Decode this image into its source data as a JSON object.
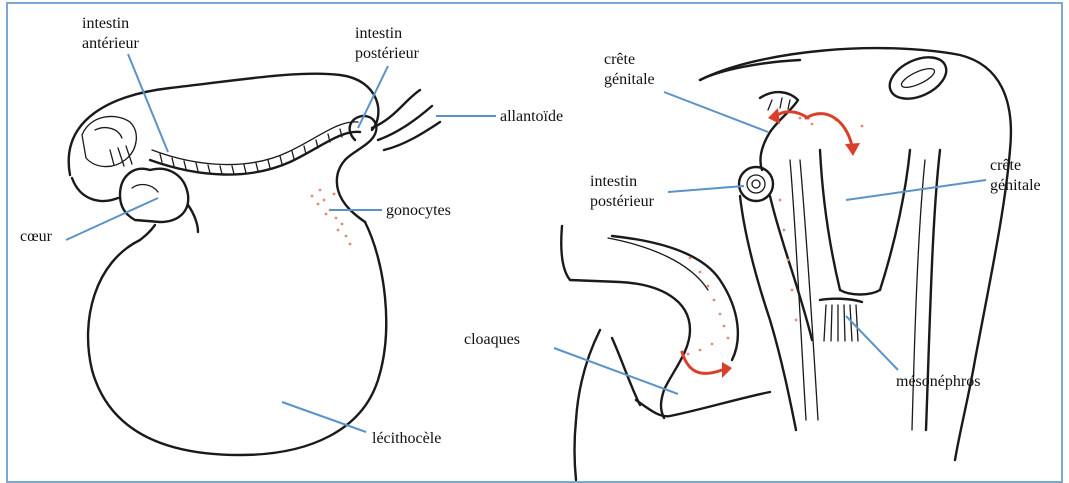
{
  "labels": {
    "intestin_anterieur": [
      "intestin",
      "antérieur"
    ],
    "intestin_posterieur_left": [
      "intestin",
      "postérieur"
    ],
    "allantoide": "allantoïde",
    "gonocytes": "gonocytes",
    "coeur": "cœur",
    "lecithocele": "lécithocèle",
    "crete_genitale_top": [
      "crête",
      "génitale"
    ],
    "intestin_posterieur_right": [
      "intestin",
      "postérieur"
    ],
    "crete_genitale_right": [
      "crête",
      "génitale"
    ],
    "cloaques": "cloaques",
    "mesonephros": "mésonéphros"
  },
  "colors": {
    "frame": "#7fa8cf",
    "leader": "#5b93c8",
    "migration_arrow": "#d9402b",
    "gonocyte_dots": "#e58a78",
    "ink": "#1a1a1a"
  }
}
